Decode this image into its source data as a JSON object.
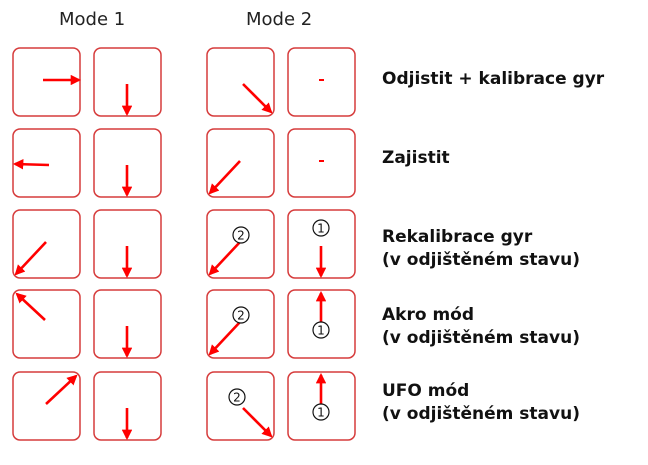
{
  "headers": {
    "mode1": "Mode 1",
    "mode2": "Mode 2"
  },
  "colors": {
    "stroke": "#d63b3b",
    "arrow": "#ff0000"
  },
  "rows": [
    {
      "label_lines": [
        "Odjistit + kalibrace gyr"
      ],
      "mode1": {
        "left": {
          "dir": "right"
        },
        "right": {
          "dir": "down"
        }
      },
      "mode2": {
        "left": {
          "dir": "down-right"
        },
        "right": {
          "dir": "center"
        }
      }
    },
    {
      "label_lines": [
        "Zajistit"
      ],
      "mode1": {
        "left": {
          "dir": "left"
        },
        "right": {
          "dir": "down"
        }
      },
      "mode2": {
        "left": {
          "dir": "down-left"
        },
        "right": {
          "dir": "center"
        }
      }
    },
    {
      "label_lines": [
        "Rekalibrace gyr",
        "(v odjištěném stavu)"
      ],
      "mode1": {
        "left": {
          "dir": "down-left"
        },
        "right": {
          "dir": "down"
        }
      },
      "mode2": {
        "left": {
          "dir": "down-left",
          "step": "2"
        },
        "right": {
          "dir": "down",
          "step": "1"
        }
      }
    },
    {
      "label_lines": [
        "Akro mód",
        "(v odjištěném stavu)"
      ],
      "mode1": {
        "left": {
          "dir": "up-left"
        },
        "right": {
          "dir": "down"
        }
      },
      "mode2": {
        "left": {
          "dir": "down-left",
          "step": "2"
        },
        "right": {
          "dir": "up",
          "step": "1"
        }
      }
    },
    {
      "label_lines": [
        "UFO mód",
        "(v odjištěném stavu)"
      ],
      "mode1": {
        "left": {
          "dir": "up-right"
        },
        "right": {
          "dir": "down"
        }
      },
      "mode2": {
        "left": {
          "dir": "down-right",
          "step": "2"
        },
        "right": {
          "dir": "up",
          "step": "1"
        }
      }
    }
  ]
}
